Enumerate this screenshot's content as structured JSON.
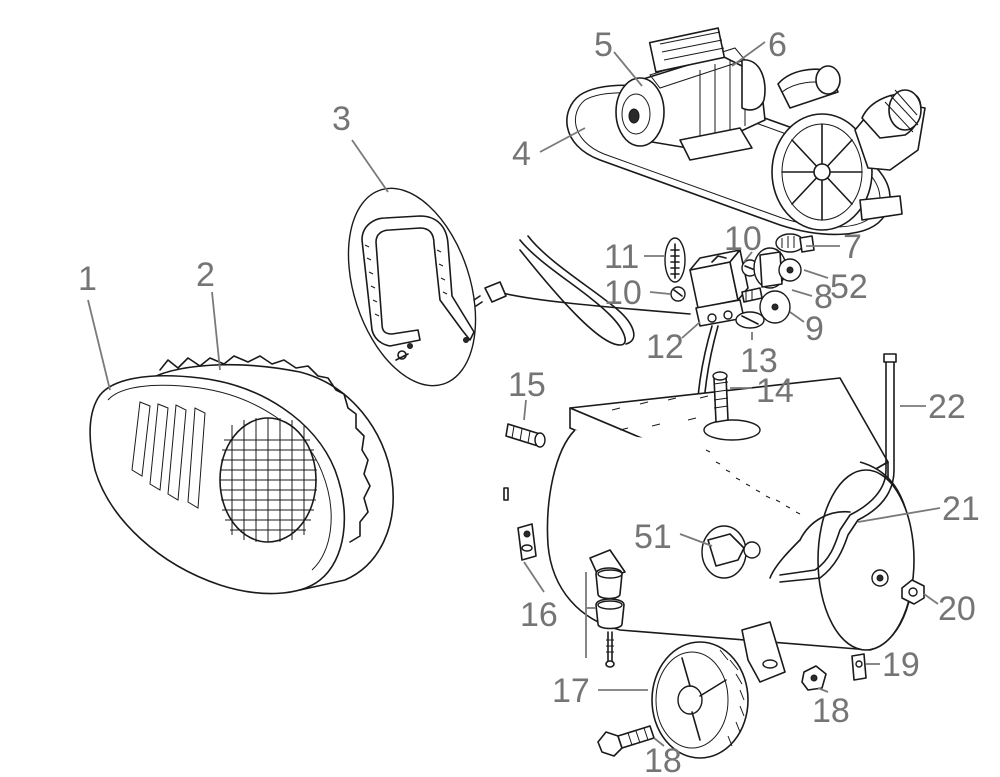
{
  "parts": {
    "p1": "1",
    "p2": "2",
    "p3": "3",
    "p4": "4",
    "p5": "5",
    "p6": "6",
    "p7": "7",
    "p8": "8",
    "p9": "9",
    "p10a": "10",
    "p10b": "10",
    "p11": "11",
    "p12": "12",
    "p13": "13",
    "p14": "14",
    "p15": "15",
    "p16": "16",
    "p17": "17",
    "p18a": "18",
    "p18b": "18",
    "p19": "19",
    "p20": "20",
    "p21": "21",
    "p22": "22",
    "p51": "51",
    "p52": "52"
  }
}
